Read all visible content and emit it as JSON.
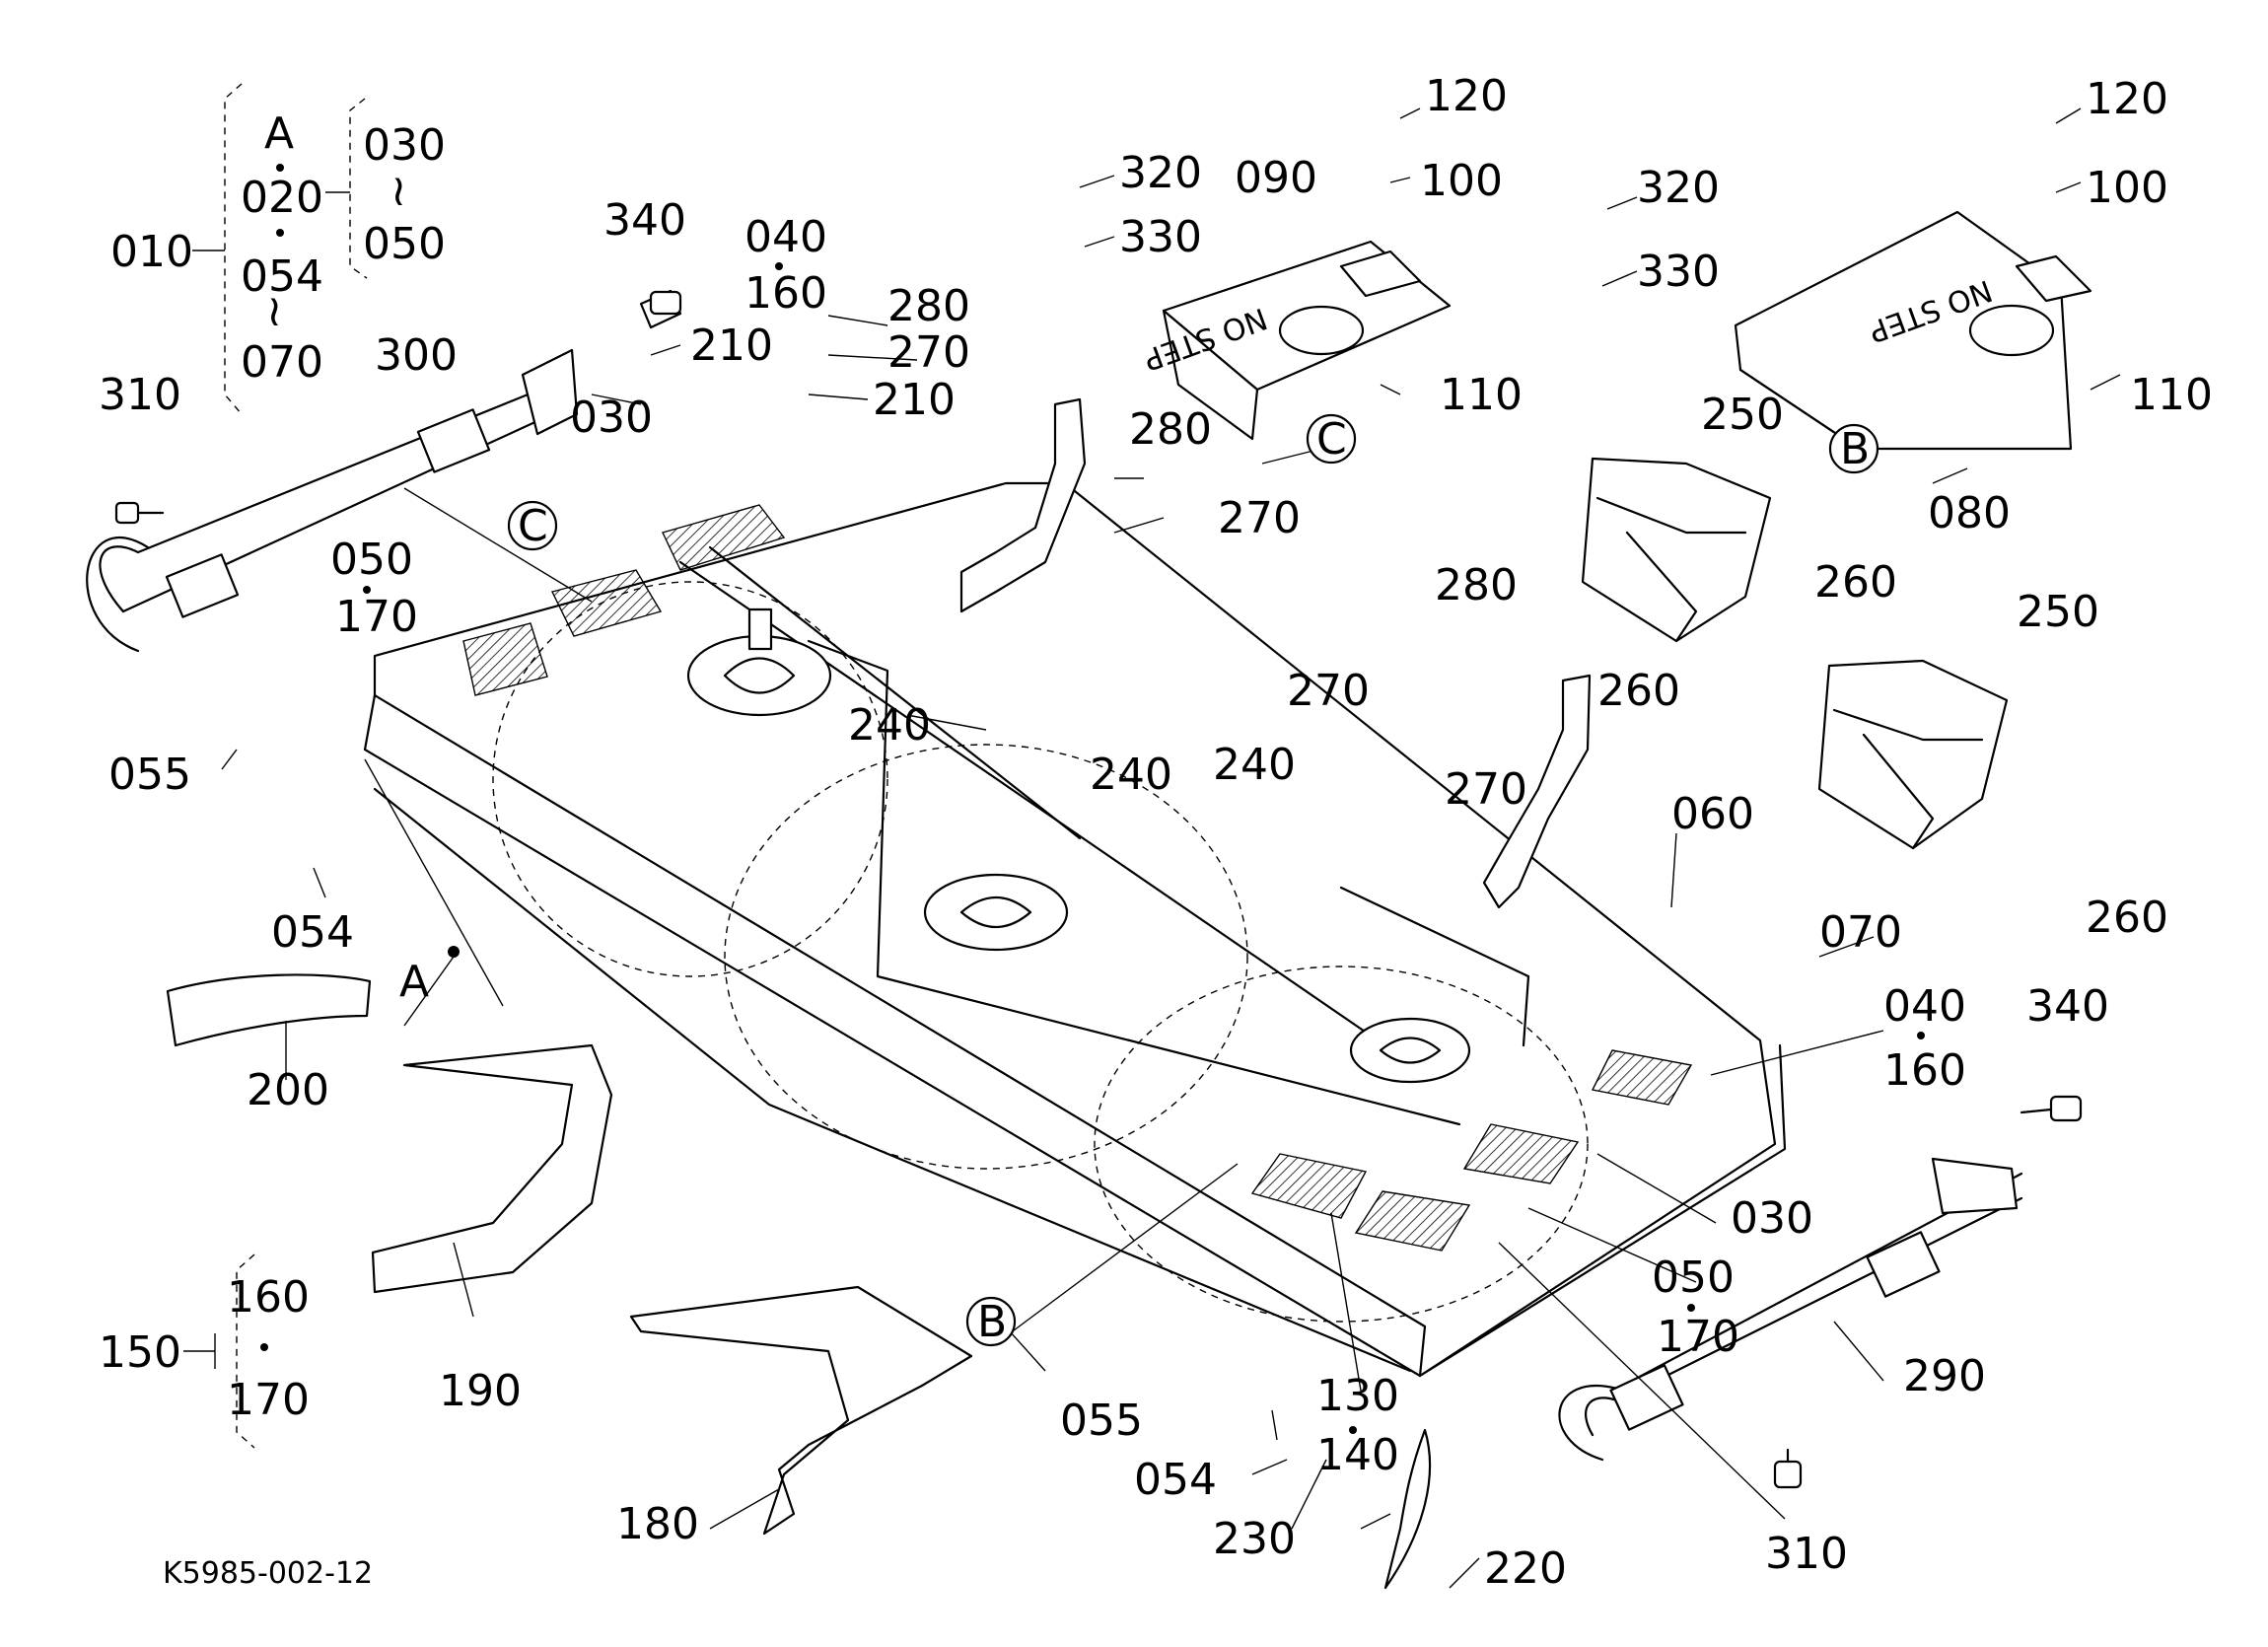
{
  "diagram_id": "K5985-002-12",
  "legend_left": {
    "root": "010",
    "items": [
      "A",
      "020",
      "054",
      "070"
    ],
    "sub": [
      "030",
      "050"
    ]
  },
  "legend_bottom": {
    "root": "150",
    "items": [
      "160",
      "170"
    ]
  },
  "callouts": {
    "A": "A",
    "B": "B",
    "C": "C",
    "p010": "010",
    "p020": "020",
    "p030": "030",
    "p040": "040",
    "p050": "050",
    "p054": "054",
    "p055": "055",
    "p060": "060",
    "p070": "070",
    "p080": "080",
    "p090": "090",
    "p100": "100",
    "p110": "110",
    "p120": "120",
    "p130": "130",
    "p140": "140",
    "p150": "150",
    "p160": "160",
    "p170": "170",
    "p180": "180",
    "p190": "190",
    "p200": "200",
    "p210": "210",
    "p220": "220",
    "p230": "230",
    "p240": "240",
    "p250": "250",
    "p260": "260",
    "p270": "270",
    "p280": "280",
    "p290": "290",
    "p300": "300",
    "p310": "310",
    "p320": "320",
    "p330": "330",
    "p340": "340"
  },
  "decals": {
    "no_step": "NO STEP"
  }
}
